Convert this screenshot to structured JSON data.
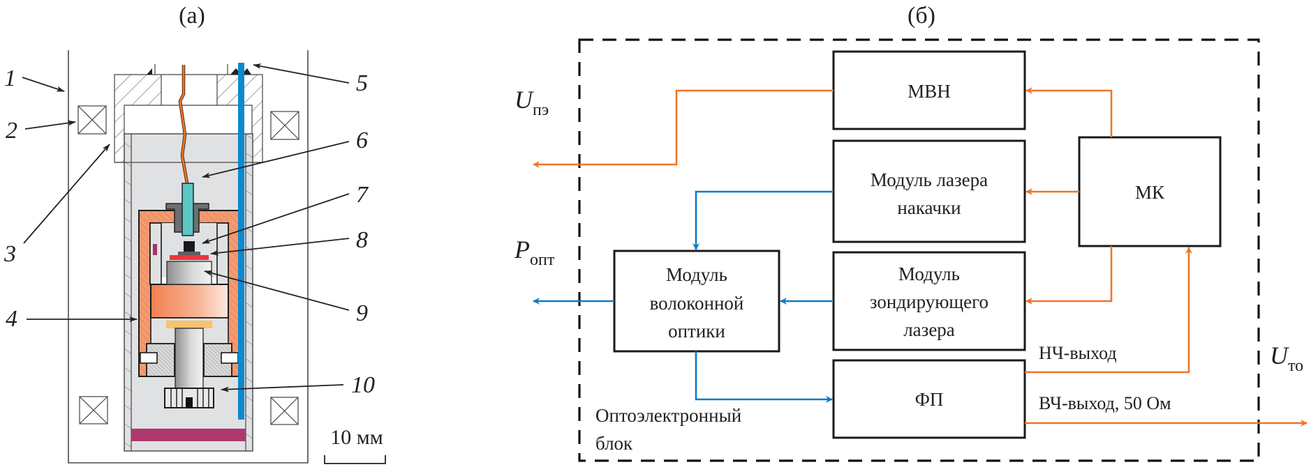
{
  "panel_a": {
    "title": "(a)",
    "labels": [
      "1",
      "2",
      "3",
      "4",
      "5",
      "6",
      "7",
      "8",
      "9",
      "10"
    ],
    "scale_bar": "10 мм"
  },
  "panel_b": {
    "title": "(б)",
    "blocks": {
      "mvn": "МВН",
      "pump_laser": [
        "Модуль лазера",
        "накачки"
      ],
      "mk": "МК",
      "fiber_optics": [
        "Модуль",
        "волоконной",
        "оптики"
      ],
      "probe_laser": [
        "Модуль",
        "зондирующего",
        "лазера"
      ],
      "fp": "ФП"
    },
    "enclosure_label": [
      "Оптоэлектронный",
      "блок"
    ],
    "signals": {
      "u_pe": {
        "main": "U",
        "sub": "пэ"
      },
      "p_opt": {
        "main": "P",
        "sub": "опт"
      },
      "u_to": {
        "main": "U",
        "sub": "то"
      }
    },
    "outputs": {
      "lf": "НЧ-выход",
      "hf": "ВЧ-выход, 50 Ом"
    },
    "colors": {
      "electrical": "#f07428",
      "optical": "#0a7dc2"
    }
  }
}
